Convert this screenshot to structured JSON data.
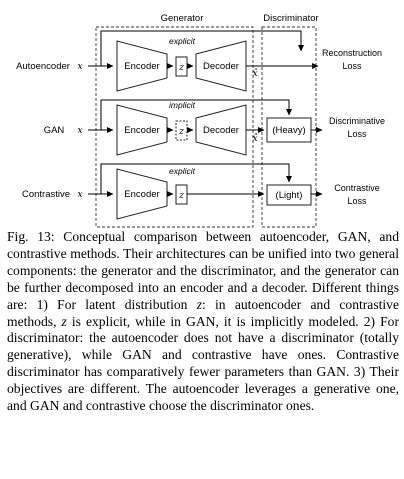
{
  "figure": {
    "headers": {
      "generator": "Generator",
      "discriminator": "Discriminator"
    },
    "rows": [
      {
        "name": "Autoencoder",
        "input": "x",
        "encoder": "Encoder",
        "latent_note": "explicit",
        "latent": "z",
        "decoder": "Decoder",
        "output": "x̂",
        "discriminator": "",
        "loss_line1": "Reconstruction",
        "loss_line2": "Loss"
      },
      {
        "name": "GAN",
        "input": "x",
        "encoder": "Encoder",
        "latent_note": "implicit",
        "latent": "z",
        "decoder": "Decoder",
        "output": "x̂",
        "discriminator": "(Heavy)",
        "loss_line1": "Discriminative",
        "loss_line2": "Loss"
      },
      {
        "name": "Contrastive",
        "input": "x",
        "encoder": "Encoder",
        "latent_note": "explicit",
        "latent": "z",
        "decoder": "",
        "output": "",
        "discriminator": "(Light)",
        "loss_line1": "Contrastive",
        "loss_line2": "Loss"
      }
    ]
  },
  "caption": {
    "p1": "Fig. 13: Conceptual comparison between autoencoder, GAN, and contrastive methods. Their architectures can be unified into two general components: the generator and the discriminator, and the generator can be further decomposed into an encoder and a decoder. Different things are: 1) For latent distribution ",
    "m1": "z",
    "p2": ": in autoencoder and contrastive methods, ",
    "m2": "z",
    "p3": " is explicit, while in GAN, it is implicitly modeled. 2) For discriminator: the autoencoder does not have a discriminator (totally generative), while GAN and contrastive have ones. Contrastive discriminator has comparatively fewer parameters than GAN. 3) Their objectives are different. The autoencoder leverages a generative one, and GAN and contrastive choose the discriminator ones."
  }
}
